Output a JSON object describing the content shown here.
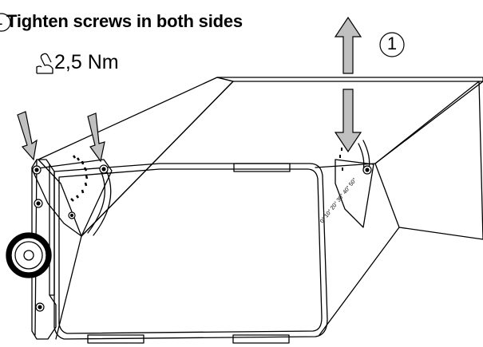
{
  "instruction": {
    "title": "Tighten screws in both sides",
    "torque_value": "2,5 Nm",
    "step_number": "1",
    "step_marker_left": "1"
  },
  "scale_markings": "0° 10° 20° 30° 40° 50°",
  "icons": {
    "torque": "torque-arm-icon",
    "arrow_up": "arrow-up-icon",
    "arrow_down": "arrow-down-icon",
    "screw_arrow": "arrow-diagonal-icon"
  },
  "colors": {
    "arrow_fill": "#c0c0c0",
    "line": "#000000"
  }
}
